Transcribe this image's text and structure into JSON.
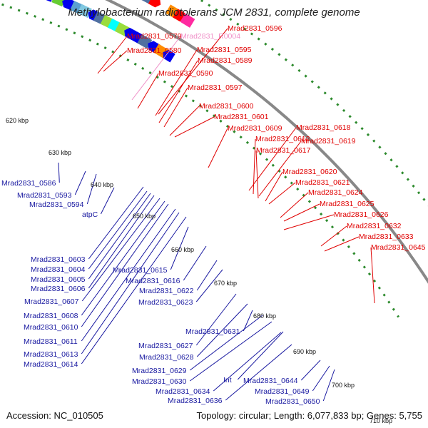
{
  "title": "Methylobacterium radiotolerans JCM 2831, complete genome",
  "footer": {
    "accession": "Accession: NC_010505",
    "topology": "Topology: circular; Length: 6,077,833 bp; Genes: 5,755"
  },
  "colors": {
    "backbone": "#888888",
    "forward_gene": "#ff0000",
    "reverse_gene": "#0000ee",
    "forward_label": "#e00000",
    "reverse_label": "#1818a0",
    "rna_label": "#f090c8",
    "gc_skew_dots": "#2c8a2c"
  },
  "ticks": [
    "620 kbp",
    "630 kbp",
    "640 kbp",
    "650 kbp",
    "660 kbp",
    "670 kbp",
    "680 kbp",
    "690 kbp",
    "700 kbp",
    "710 kbp"
  ],
  "labels_top": [
    {
      "text": "Mrad2831_0579",
      "kind": "fwd"
    },
    {
      "text": "Mrad2831_R0004",
      "kind": "rna"
    },
    {
      "text": "Mrad2831_0596",
      "kind": "fwd"
    },
    {
      "text": "Mrad2831_0580",
      "kind": "fwd"
    },
    {
      "text": "Mrad2831_0595",
      "kind": "fwd"
    },
    {
      "text": "Mrad2831_0589",
      "kind": "fwd"
    },
    {
      "text": "Mrad2831_0590",
      "kind": "fwd"
    },
    {
      "text": "Mrad2831_0597",
      "kind": "fwd"
    },
    {
      "text": "Mrad2831_0600",
      "kind": "fwd"
    },
    {
      "text": "Mrad2831_0601",
      "kind": "fwd"
    },
    {
      "text": "Mrad2831_0609",
      "kind": "fwd"
    },
    {
      "text": "Mrad2831_0618",
      "kind": "fwd"
    },
    {
      "text": "Mrad2831_0612",
      "kind": "fwd"
    },
    {
      "text": "Mrad2831_0619",
      "kind": "fwd"
    },
    {
      "text": "Mrad2831_0617",
      "kind": "fwd"
    },
    {
      "text": "Mrad2831_0620",
      "kind": "fwd"
    },
    {
      "text": "Mrad2831_0621",
      "kind": "fwd"
    },
    {
      "text": "Mrad2831_0624",
      "kind": "fwd"
    },
    {
      "text": "Mrad2831_0625",
      "kind": "fwd"
    },
    {
      "text": "Mrad2831_0626",
      "kind": "fwd"
    },
    {
      "text": "Mrad2831_0632",
      "kind": "fwd"
    },
    {
      "text": "Mrad2831_0633",
      "kind": "fwd"
    },
    {
      "text": "Mrad2831_0645",
      "kind": "fwd"
    }
  ],
  "labels_bottom": [
    {
      "text": "Mrad2831_0586",
      "kind": "rev"
    },
    {
      "text": "Mrad2831_0593",
      "kind": "rev"
    },
    {
      "text": "Mrad2831_0594",
      "kind": "rev"
    },
    {
      "text": "atpC",
      "kind": "rev"
    },
    {
      "text": "Mrad2831_0603",
      "kind": "rev"
    },
    {
      "text": "Mrad2831_0604",
      "kind": "rev"
    },
    {
      "text": "Mrad2831_0605",
      "kind": "rev"
    },
    {
      "text": "Mrad2831_0606",
      "kind": "rev"
    },
    {
      "text": "Mrad2831_0607",
      "kind": "rev"
    },
    {
      "text": "Mrad2831_0608",
      "kind": "rev"
    },
    {
      "text": "Mrad2831_0610",
      "kind": "rev"
    },
    {
      "text": "Mrad2831_0611",
      "kind": "rev"
    },
    {
      "text": "Mrad2831_0613",
      "kind": "rev"
    },
    {
      "text": "Mrad2831_0614",
      "kind": "rev"
    },
    {
      "text": "Mrad2831_0615",
      "kind": "rev"
    },
    {
      "text": "Mrad2831_0616",
      "kind": "rev"
    },
    {
      "text": "Mrad2831_0622",
      "kind": "rev"
    },
    {
      "text": "Mrad2831_0623",
      "kind": "rev"
    },
    {
      "text": "Mrad2831_0631",
      "kind": "rev"
    },
    {
      "text": "Mrad2831_0627",
      "kind": "rev"
    },
    {
      "text": "Mrad2831_0628",
      "kind": "rev"
    },
    {
      "text": "Mrad2831_0629",
      "kind": "rev"
    },
    {
      "text": "Mrad2831_0630",
      "kind": "rev"
    },
    {
      "text": "Int",
      "kind": "rev"
    },
    {
      "text": "Mrad2831_0634",
      "kind": "rev"
    },
    {
      "text": "Mrad2831_0644",
      "kind": "rev"
    },
    {
      "text": "Mrad2831_0649",
      "kind": "rev"
    },
    {
      "text": "Mrad2831_0636",
      "kind": "rev"
    },
    {
      "text": "Mrad2831_0650",
      "kind": "rev"
    }
  ]
}
